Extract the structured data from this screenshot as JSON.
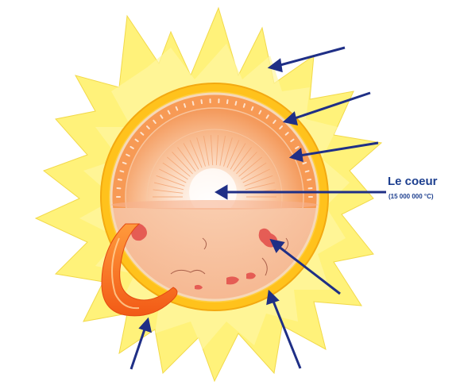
{
  "diagram": {
    "core_label": "Le coeur",
    "core_temperature": "(15 000 000 °C)",
    "arrow_color": "#1f2f86",
    "label_color": "#1d3f8f",
    "colors": {
      "corona": "#fff27a",
      "chromosphere": "#ffc21c",
      "convective_zone": "#f79a55",
      "radiative_zone": "#fbbf94",
      "core": "#ffffff",
      "photosphere": "#f8c9a9",
      "sunspot": "#e4524d",
      "prominence": "#f26b1d"
    },
    "arrows": [
      {
        "name": "corona-arrow"
      },
      {
        "name": "chromosphere-arrow"
      },
      {
        "name": "convective-zone-arrow"
      },
      {
        "name": "core-arrow"
      },
      {
        "name": "sunspot-arrow"
      },
      {
        "name": "prominence-arrow"
      },
      {
        "name": "photosphere-arrow"
      }
    ]
  }
}
